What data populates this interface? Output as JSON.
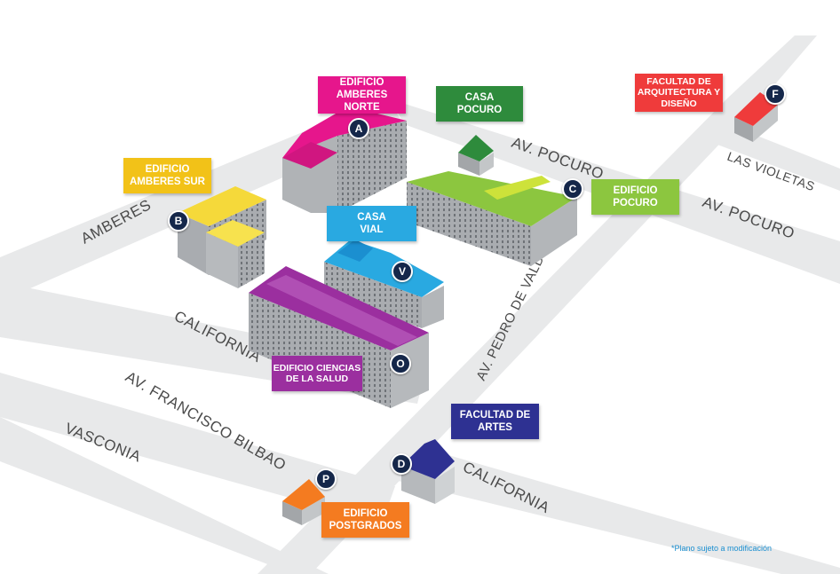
{
  "streets": {
    "amberes": "AMBERES",
    "av_pocuro_top": "AV. POCURO",
    "av_pocuro_right": "AV. POCURO",
    "las_violetas": "LAS VIOLETAS",
    "california_left": "CALIFORNIA",
    "av_francisco_bilbao": "AV. FRANCISCO BILBAO",
    "vasconia": "VASCONIA",
    "av_pedro_de_valdivia": "AV. PEDRO DE VALDIVIA",
    "california_right": "CALIFORNIA"
  },
  "buildings": {
    "amberes_norte": {
      "line1": "EDIFICIO",
      "line2": "AMBERES NORTE",
      "marker": "A",
      "color": "#e6168c"
    },
    "amberes_sur": {
      "line1": "EDIFICIO",
      "line2": "AMBERES SUR",
      "marker": "B",
      "color": "#f2c218"
    },
    "casa_pocuro": {
      "line1": "CASA",
      "line2": "POCURO",
      "color": "#2e8b3c"
    },
    "pocuro": {
      "line1": "EDIFICIO",
      "line2": "POCURO",
      "marker": "C",
      "color": "#8cc63f"
    },
    "casa_vial": {
      "line1": "CASA",
      "line2": "VIAL",
      "marker": "V",
      "color": "#29a9e1"
    },
    "ciencias_salud": {
      "line1": "EDIFICIO CIENCIAS",
      "line2": "DE  LA SALUD",
      "marker": "O",
      "color": "#9b2f9f"
    },
    "facultad_artes": {
      "line1": "FACULTAD DE",
      "line2": "ARTES",
      "marker": "D",
      "color": "#2e3192"
    },
    "postgrados": {
      "line1": "EDIFICIO",
      "line2": "POSTGRADOS",
      "marker": "P",
      "color": "#f47b20"
    },
    "arquitectura": {
      "line1": "FACULTAD DE",
      "line2": "ARQUITECTURA Y",
      "line3": "DISEÑO",
      "marker": "F",
      "color": "#ef3b3b"
    }
  },
  "note": "*Plano sujeto a modificación"
}
